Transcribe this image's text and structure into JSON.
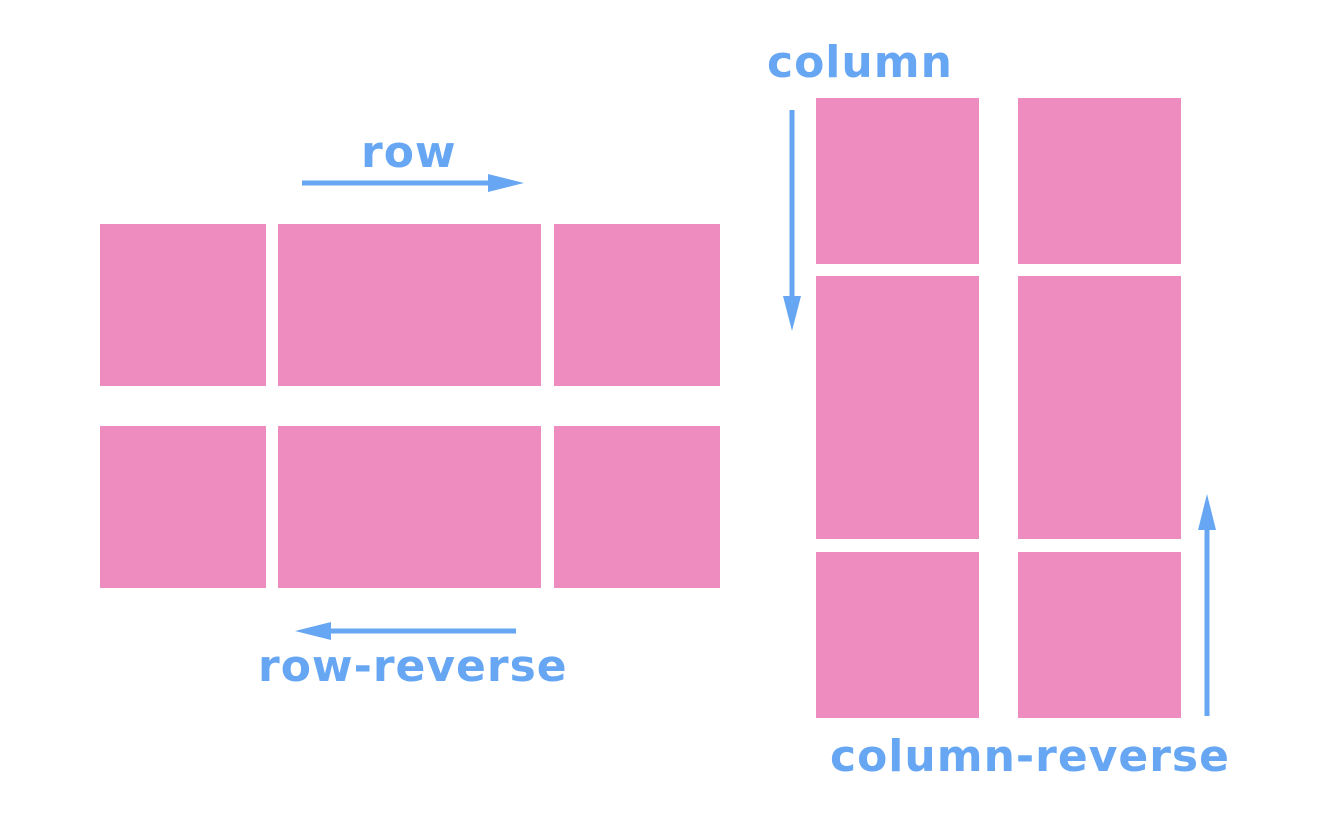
{
  "colors": {
    "box": "#EE8CC0",
    "accent": "#66A6F2",
    "background": "#FFFFFF"
  },
  "labels": {
    "row": "row",
    "row_reverse": "row-reverse",
    "column": "column",
    "column_reverse": "column-reverse"
  },
  "diagram": {
    "row_group": {
      "rows": 2,
      "items_per_row": [
        3,
        3
      ]
    },
    "column_group": {
      "columns": 2,
      "items_per_column": [
        3,
        3
      ]
    },
    "arrows": [
      {
        "name": "row-arrow",
        "direction": "right"
      },
      {
        "name": "row-reverse-arrow",
        "direction": "left"
      },
      {
        "name": "column-arrow",
        "direction": "down"
      },
      {
        "name": "column-reverse-arrow",
        "direction": "up"
      }
    ]
  }
}
